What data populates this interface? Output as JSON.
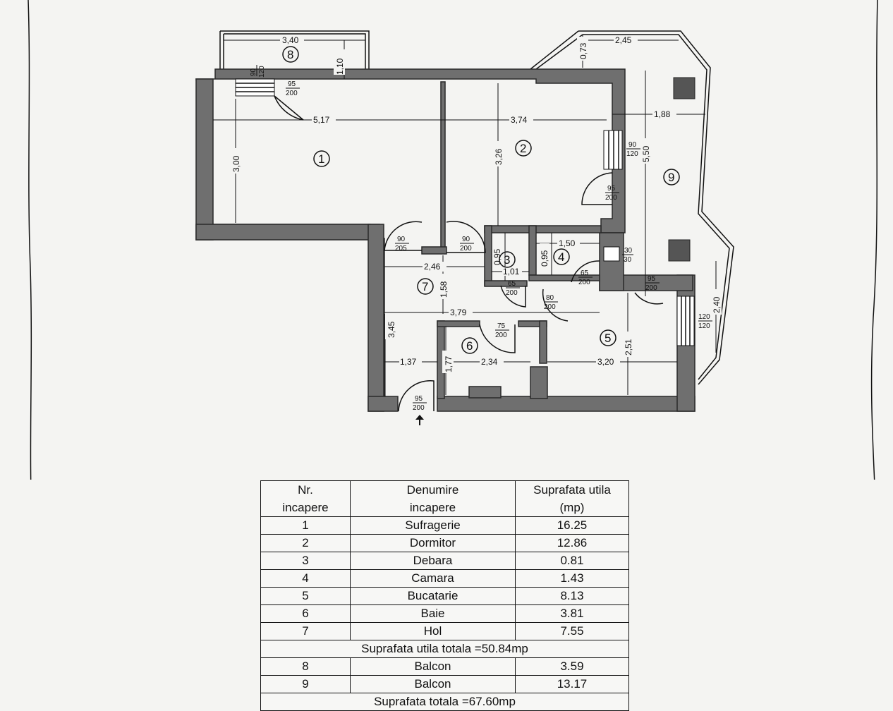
{
  "rooms": [
    {
      "nr": "1",
      "name": "Sufragerie",
      "area": "16.25"
    },
    {
      "nr": "2",
      "name": "Dormitor",
      "area": "12.86"
    },
    {
      "nr": "3",
      "name": "Debara",
      "area": "0.81"
    },
    {
      "nr": "4",
      "name": "Camara",
      "area": "1.43"
    },
    {
      "nr": "5",
      "name": "Bucatarie",
      "area": "8.13"
    },
    {
      "nr": "6",
      "name": "Baie",
      "area": "3.81"
    },
    {
      "nr": "7",
      "name": "Hol",
      "area": "7.55"
    }
  ],
  "balconies": [
    {
      "nr": "8",
      "name": "Balcon",
      "area": "3.59"
    },
    {
      "nr": "9",
      "name": "Balcon",
      "area": "13.17"
    }
  ],
  "table": {
    "col1_line1": "Nr.",
    "col1_line2": "incapere",
    "col2_line1": "Denumire",
    "col2_line2": "incapere",
    "col3_line1": "Suprafata utila",
    "col3_line2": "(mp)",
    "subtotal": "Suprafata utila totala =50.84mp",
    "total": "Suprafata totala =67.60mp"
  },
  "plan": {
    "room_labels": [
      "1",
      "2",
      "3",
      "4",
      "5",
      "6",
      "7",
      "8",
      "9"
    ],
    "dimensions": {
      "d340": "3,40",
      "d110": "1,10",
      "d517": "5,17",
      "d374": "3,74",
      "d188": "1,88",
      "d300": "3,00",
      "d326": "3,26",
      "d550": "5,50",
      "d073": "0,73",
      "d245": "2,45",
      "d246": "2,46",
      "d158": "1,58",
      "d095a": "0,95",
      "d101": "1,01",
      "d095b": "0,95",
      "d150": "1,50",
      "d379": "3,79",
      "d345": "3,45",
      "d137": "1,37",
      "d177": "1,77",
      "d234": "2,34",
      "d320": "3,20",
      "d251": "2,51",
      "d240": "2,40"
    },
    "doors": [
      {
        "w": "90",
        "h": "120"
      },
      {
        "w": "95",
        "h": "200"
      },
      {
        "w": "90",
        "h": "120"
      },
      {
        "w": "95",
        "h": "200"
      },
      {
        "w": "90",
        "h": "205"
      },
      {
        "w": "90",
        "h": "200"
      },
      {
        "w": "65",
        "h": "200"
      },
      {
        "w": "65",
        "h": "200"
      },
      {
        "w": "30",
        "h": "30"
      },
      {
        "w": "95",
        "h": "200"
      },
      {
        "w": "80",
        "h": "200"
      },
      {
        "w": "75",
        "h": "200"
      },
      {
        "w": "120",
        "h": "120"
      },
      {
        "w": "95",
        "h": "200"
      }
    ]
  }
}
